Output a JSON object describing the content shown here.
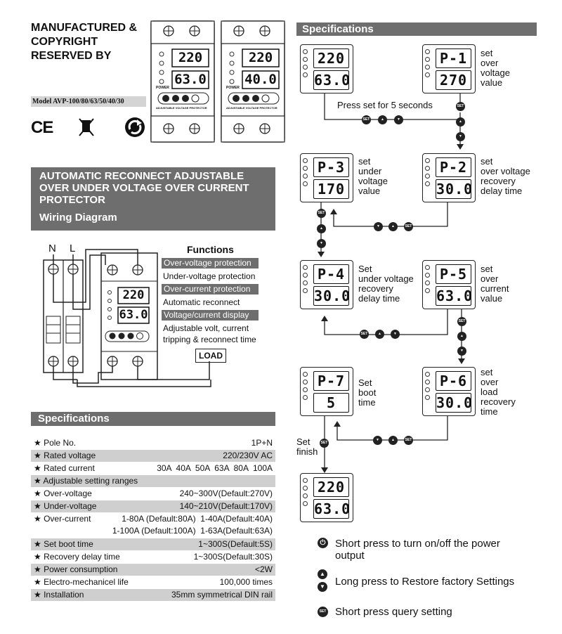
{
  "header": {
    "manufacturer_line1": "MANUFACTURED &",
    "manufacturer_line2": "COPYRIGHT",
    "manufacturer_line3": "RESERVED BY",
    "model": "Model AVP-100/80/63/50/40/30",
    "ce_mark": "CE",
    "icons": [
      "weee-bin-icon",
      "recycle-arrow-icon"
    ]
  },
  "product_title": {
    "line1": "AUTOMATIC RECONNECT ADJUSTABLE",
    "line2": "OVER UNDER VOLTAGE OVER CURRENT",
    "line3": "PROTECTOR",
    "subtitle": "Wiring Diagram"
  },
  "device_front": {
    "unit_a": {
      "top": "220",
      "bottom": "63.0"
    },
    "unit_b": {
      "top": "220",
      "bottom": "40.0"
    },
    "brand_strip": "ADJUSTABLE VOLTAGE PROTECTOR",
    "power_label": "POWER"
  },
  "wiring": {
    "n_label": "N",
    "l_label": "L",
    "load_label": "LOAD",
    "display_top": "220",
    "display_bottom": "63.0"
  },
  "functions": {
    "title": "Functions",
    "items": [
      {
        "label": "Over-voltage protection",
        "shaded": true
      },
      {
        "label": "Under-voltage protection",
        "shaded": false
      },
      {
        "label": "Over-current protection",
        "shaded": true
      },
      {
        "label": "Automatic reconnect",
        "shaded": false
      },
      {
        "label": "Voltage/current display",
        "shaded": true
      },
      {
        "label": "Adjustable volt, current",
        "shaded": false
      },
      {
        "label": "tripping & reconnect time",
        "shaded": false
      }
    ]
  },
  "specs_left": {
    "title": "Specifications",
    "rows": [
      {
        "key": "Pole No.",
        "value": "1P+N"
      },
      {
        "key": "Rated voltage",
        "value": "220/230V AC"
      },
      {
        "key": "Rated current",
        "value": "30A  40A  50A  63A  80A  100A"
      },
      {
        "key": "Adjustable setting ranges",
        "value": ""
      },
      {
        "key": "Over-voltage",
        "value": "240~300V(Default:270V)"
      },
      {
        "key": "Under-voltage",
        "value": "140~210V(Default:170V)"
      },
      {
        "key": "Over-current",
        "value": "1-80A (Default:80A)  1-40A(Default:40A)",
        "value2": "1-100A (Default:100A)  1-63A(Default:63A)"
      },
      {
        "key": "Set boot time",
        "value": "1~300S(Default:5S)"
      },
      {
        "key": "Recovery delay time",
        "value": "1~300S(Default:30S)"
      },
      {
        "key": "Power consumption",
        "value": "<2W"
      },
      {
        "key": "Electro-mechanicel life",
        "value": "100,000 times"
      },
      {
        "key": "Installation",
        "value": "35mm symmetrical DIN rail"
      }
    ]
  },
  "specs_right": {
    "title": "Specifications",
    "press_set": "Press set for 5 seconds",
    "set_finish_1": "Set",
    "set_finish_2": "finish",
    "btn_set": "SET",
    "steps": [
      {
        "top": "220",
        "bottom": "63.0",
        "note": ""
      },
      {
        "top": "P-1",
        "bottom": "270",
        "note": "set\nover\nvoltage\nvalue"
      },
      {
        "top": "P-2",
        "bottom": "30.0",
        "note": "set\nover voltage\nrecovery\ndelay time"
      },
      {
        "top": "P-3",
        "bottom": "170",
        "note": "set\nunder\nvoltage\nvalue"
      },
      {
        "top": "P-4",
        "bottom": "30.0",
        "note": "Set\nunder voltage\nrecovery\ndelay time"
      },
      {
        "top": "P-5",
        "bottom": "63.0",
        "note": "set\nover\ncurrent\nvalue"
      },
      {
        "top": "P-6",
        "bottom": "30.0",
        "note": "set\nover\nload\nrecovery\ntime"
      },
      {
        "top": "P-7",
        "bottom": "5",
        "note": "Set\nboot\ntime"
      },
      {
        "top": "220",
        "bottom": "63.0",
        "note": ""
      }
    ],
    "legend": [
      {
        "icon": "power-icon",
        "text": "Short press to turn on/off the power\noutput"
      },
      {
        "icon": "up-down-icon",
        "text": "Long press to Restore factory Settings"
      },
      {
        "icon": "set-icon",
        "text": "Short press query setting"
      }
    ]
  },
  "colors": {
    "header_gray": "#6e6e6e",
    "row_shade": "#cfcfcf"
  }
}
